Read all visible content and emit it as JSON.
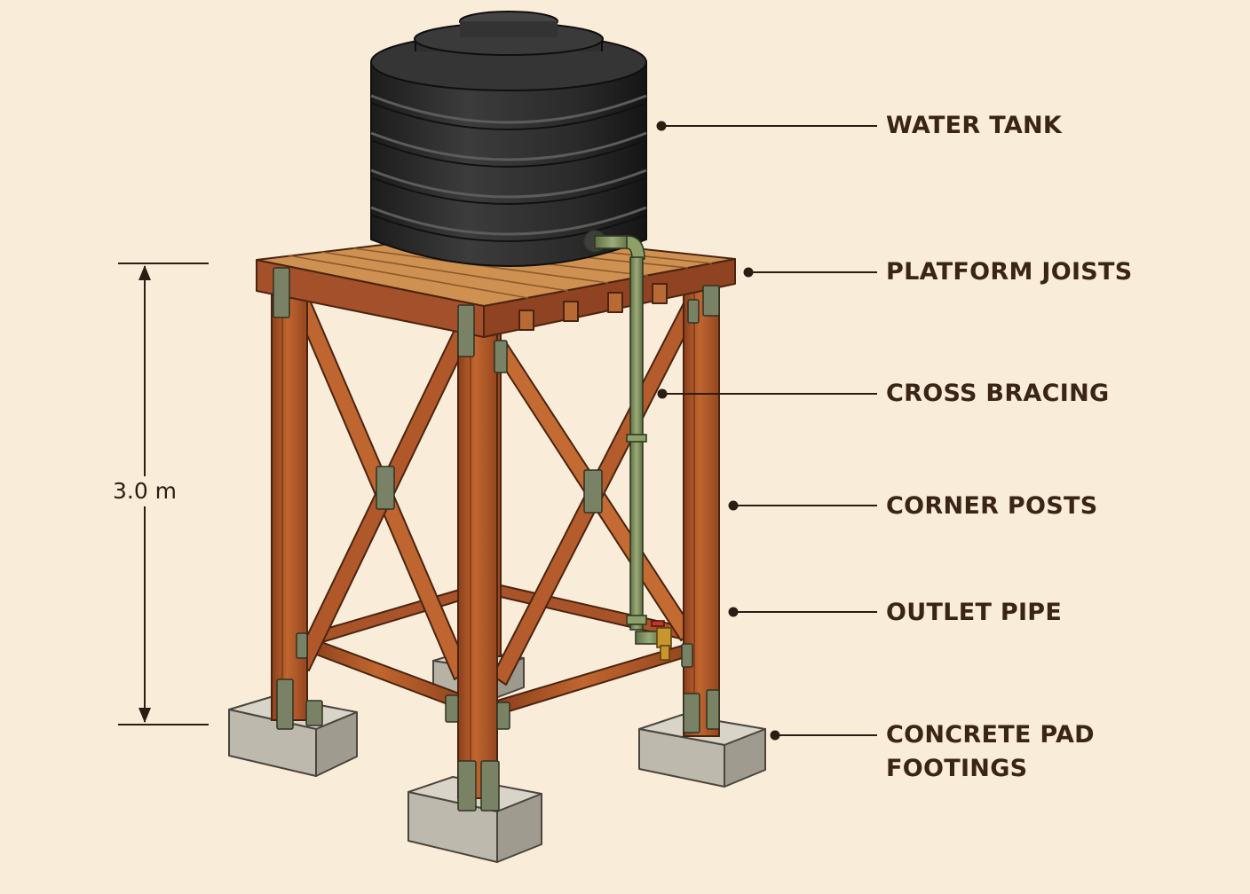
{
  "labels": {
    "water_tank": "WATER TANK",
    "platform_joists": "PLATFORM JOISTS",
    "cross_bracing": "CROSS BRACING",
    "corner_posts": "CORNER POSTS",
    "outlet_pipe": "OUTLET PIPE",
    "footings_line1": "CONCRETE PAD",
    "footings_line2": "FOOTINGS"
  },
  "dimension": {
    "height_label": "3.0 m"
  },
  "colors": {
    "background": "#f9ecd8",
    "tank": "#2b2b2b",
    "timber": "#b55a2a",
    "deck": "#cf9152",
    "bracket": "#7a8266",
    "pipe": "#7d8f60",
    "concrete": "#bdb9ad",
    "text": "#3a2416"
  }
}
